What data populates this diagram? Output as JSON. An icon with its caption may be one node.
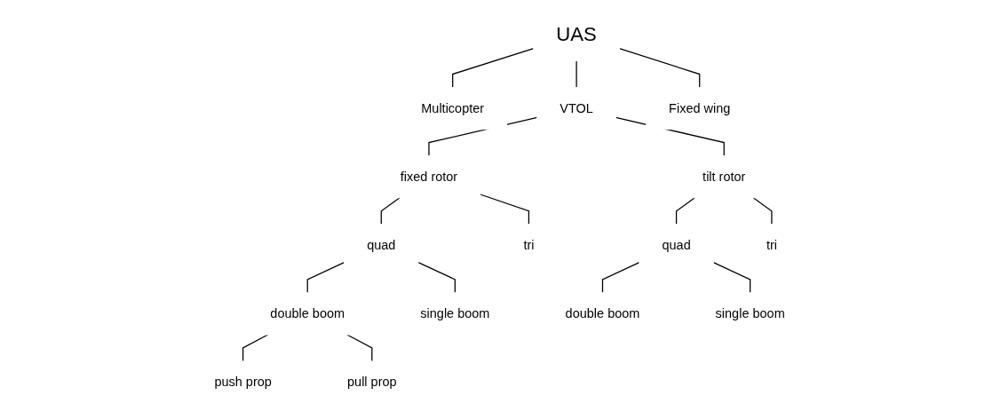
{
  "diagram": {
    "nodes": [
      {
        "text": [
          "UAS"
        ]
      },
      {
        "text": [
          "Multicopter"
        ]
      },
      {
        "text": [
          "VTOL"
        ]
      },
      {
        "text": [
          "Fixed wing"
        ]
      },
      {
        "text": [
          "fixed rotor"
        ]
      },
      {
        "text": [
          "tilt rotor"
        ]
      },
      {
        "text": [
          "quad"
        ]
      },
      {
        "text": [
          "tri"
        ]
      },
      {
        "text": [
          "double boom"
        ]
      },
      {
        "text": [
          "single boom"
        ]
      },
      {
        "text": [
          "push prop"
        ]
      },
      {
        "text": [
          "pull prop"
        ]
      },
      {
        "text": [
          "quad"
        ]
      },
      {
        "text": [
          "tri"
        ]
      },
      {
        "text": [
          "double boom"
        ]
      },
      {
        "text": [
          "single boom"
        ]
      }
    ],
    "edges": [
      {
        "from": 0,
        "to": 1,
        "arrow": "none"
      },
      {
        "from": 0,
        "to": 2,
        "arrow": "none"
      },
      {
        "from": 0,
        "to": 3,
        "arrow": "none"
      },
      {
        "from": 2,
        "to": 4,
        "arrow": "none"
      },
      {
        "from": 2,
        "to": 5,
        "arrow": "none"
      },
      {
        "from": 4,
        "to": 6,
        "arrow": "none"
      },
      {
        "from": 4,
        "to": 7,
        "arrow": "none"
      },
      {
        "from": 6,
        "to": 8,
        "arrow": "none"
      },
      {
        "from": 6,
        "to": 9,
        "arrow": "none"
      },
      {
        "from": 8,
        "to": 10,
        "arrow": "none"
      },
      {
        "from": 8,
        "to": 11,
        "arrow": "none"
      },
      {
        "from": 5,
        "to": 12,
        "arrow": "none"
      },
      {
        "from": 5,
        "to": 13,
        "arrow": "none"
      },
      {
        "from": 12,
        "to": 14,
        "arrow": "none"
      },
      {
        "from": 12,
        "to": 15,
        "arrow": "none"
      }
    ]
  }
}
